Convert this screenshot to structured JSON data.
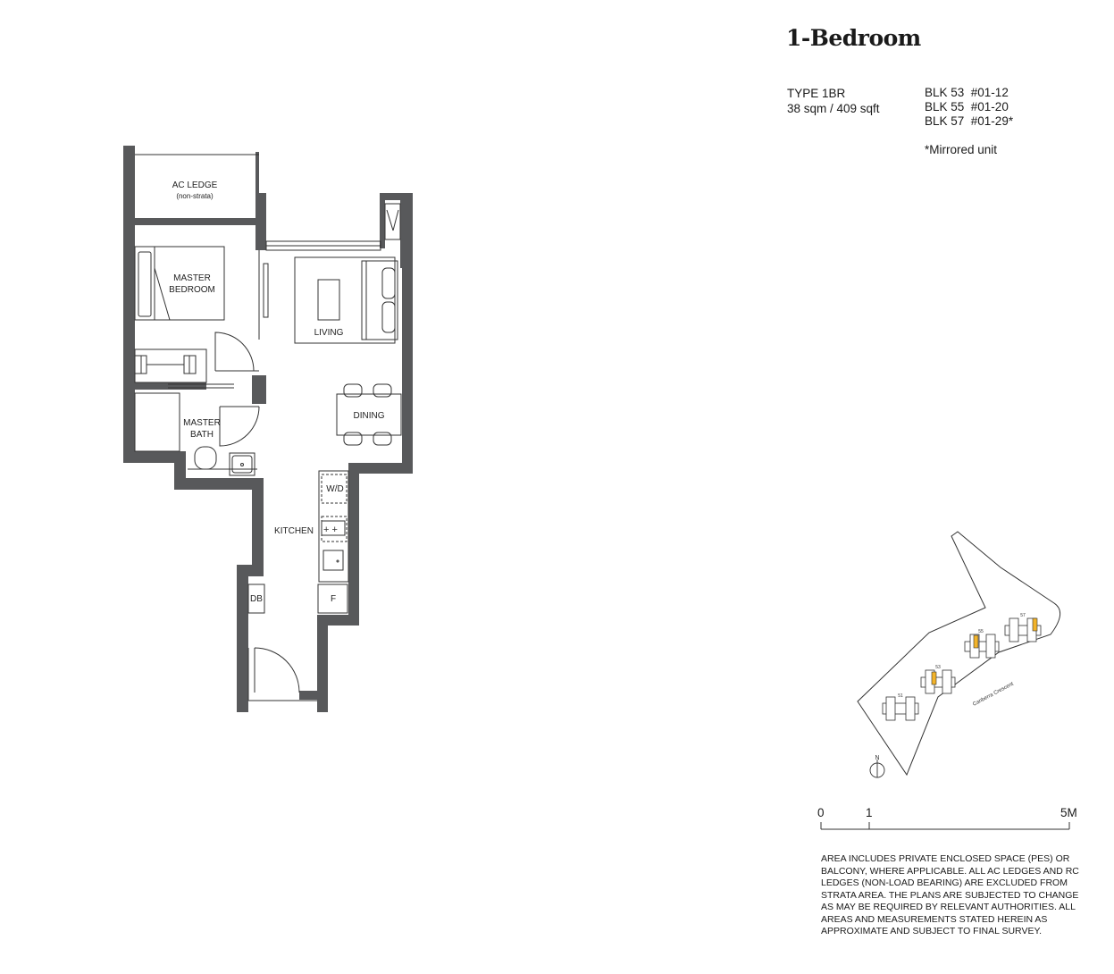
{
  "header": {
    "title": "1-Bedroom"
  },
  "unit": {
    "type": "TYPE 1BR",
    "area": "38 sqm / 409 sqft",
    "blocks": [
      "BLK 53  #01-12",
      "BLK 55  #01-20",
      "BLK 57  #01-29*"
    ],
    "note": "*Mirrored unit"
  },
  "rooms": {
    "ac_ledge": "AC LEDGE",
    "ac_ledge_note": "(non-strata)",
    "master_bedroom_1": "MASTER",
    "master_bedroom_2": "BEDROOM",
    "living": "LIVING",
    "dining": "DINING",
    "master_bath_1": "MASTER",
    "master_bath_2": "BATH",
    "kitchen": "KITCHEN",
    "wd": "W/D",
    "fridge": "F",
    "db": "DB"
  },
  "site_plan": {
    "road": "Canberra Crescent",
    "north": "N",
    "blocks": [
      "51",
      "53",
      "55",
      "57"
    ]
  },
  "scale": {
    "labels": [
      "0",
      "1",
      "5M"
    ]
  },
  "disclaimer": "AREA INCLUDES PRIVATE ENCLOSED SPACE (PES) OR BALCONY, WHERE APPLICABLE. ALL AC LEDGES AND RC LEDGES (NON-LOAD BEARING) ARE EXCLUDED FROM STRATA AREA. THE PLANS ARE SUBJECTED TO CHANGE AS MAY BE REQUIRED BY RELEVANT AUTHORITIES. ALL AREAS AND MEASUREMENTS STATED HEREIN AS APPROXIMATE AND SUBJECT TO FINAL SURVEY.",
  "colors": {
    "wall": "#58595b",
    "line": "#333333",
    "highlight": "#f2b32a"
  }
}
